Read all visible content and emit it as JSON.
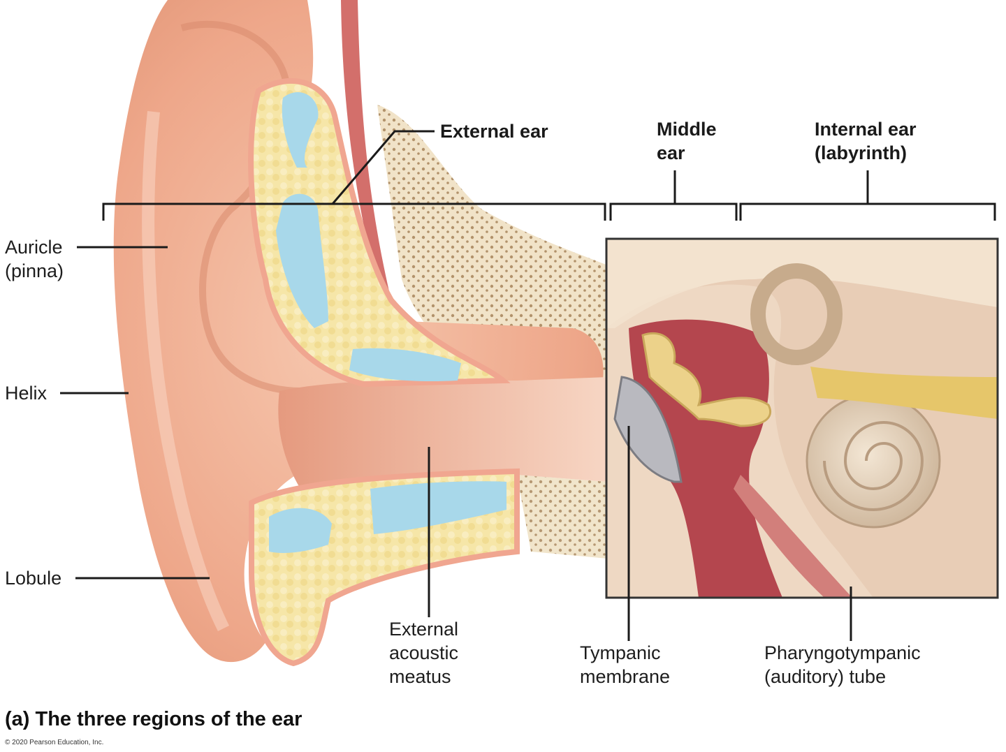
{
  "regions": {
    "external": "External ear",
    "middle": "Middle\near",
    "internal": "Internal ear\n(labyrinth)"
  },
  "labels": {
    "auricle": "Auricle\n(pinna)",
    "helix": "Helix",
    "lobule": "Lobule",
    "meatus": "External\nacoustic\nmeatus",
    "tympanic": "Tympanic\nmembrane",
    "tube": "Pharyngotympanic\n(auditory) tube"
  },
  "caption": "(a) The three regions of the ear",
  "copyright": "© 2020 Pearson Education, Inc.",
  "colors": {
    "skin": "#f2b79a",
    "bone": "#efe0c0",
    "fat": "#f6e6a6",
    "cartilage": "#a8d8ea",
    "muscle": "#c75a63"
  }
}
